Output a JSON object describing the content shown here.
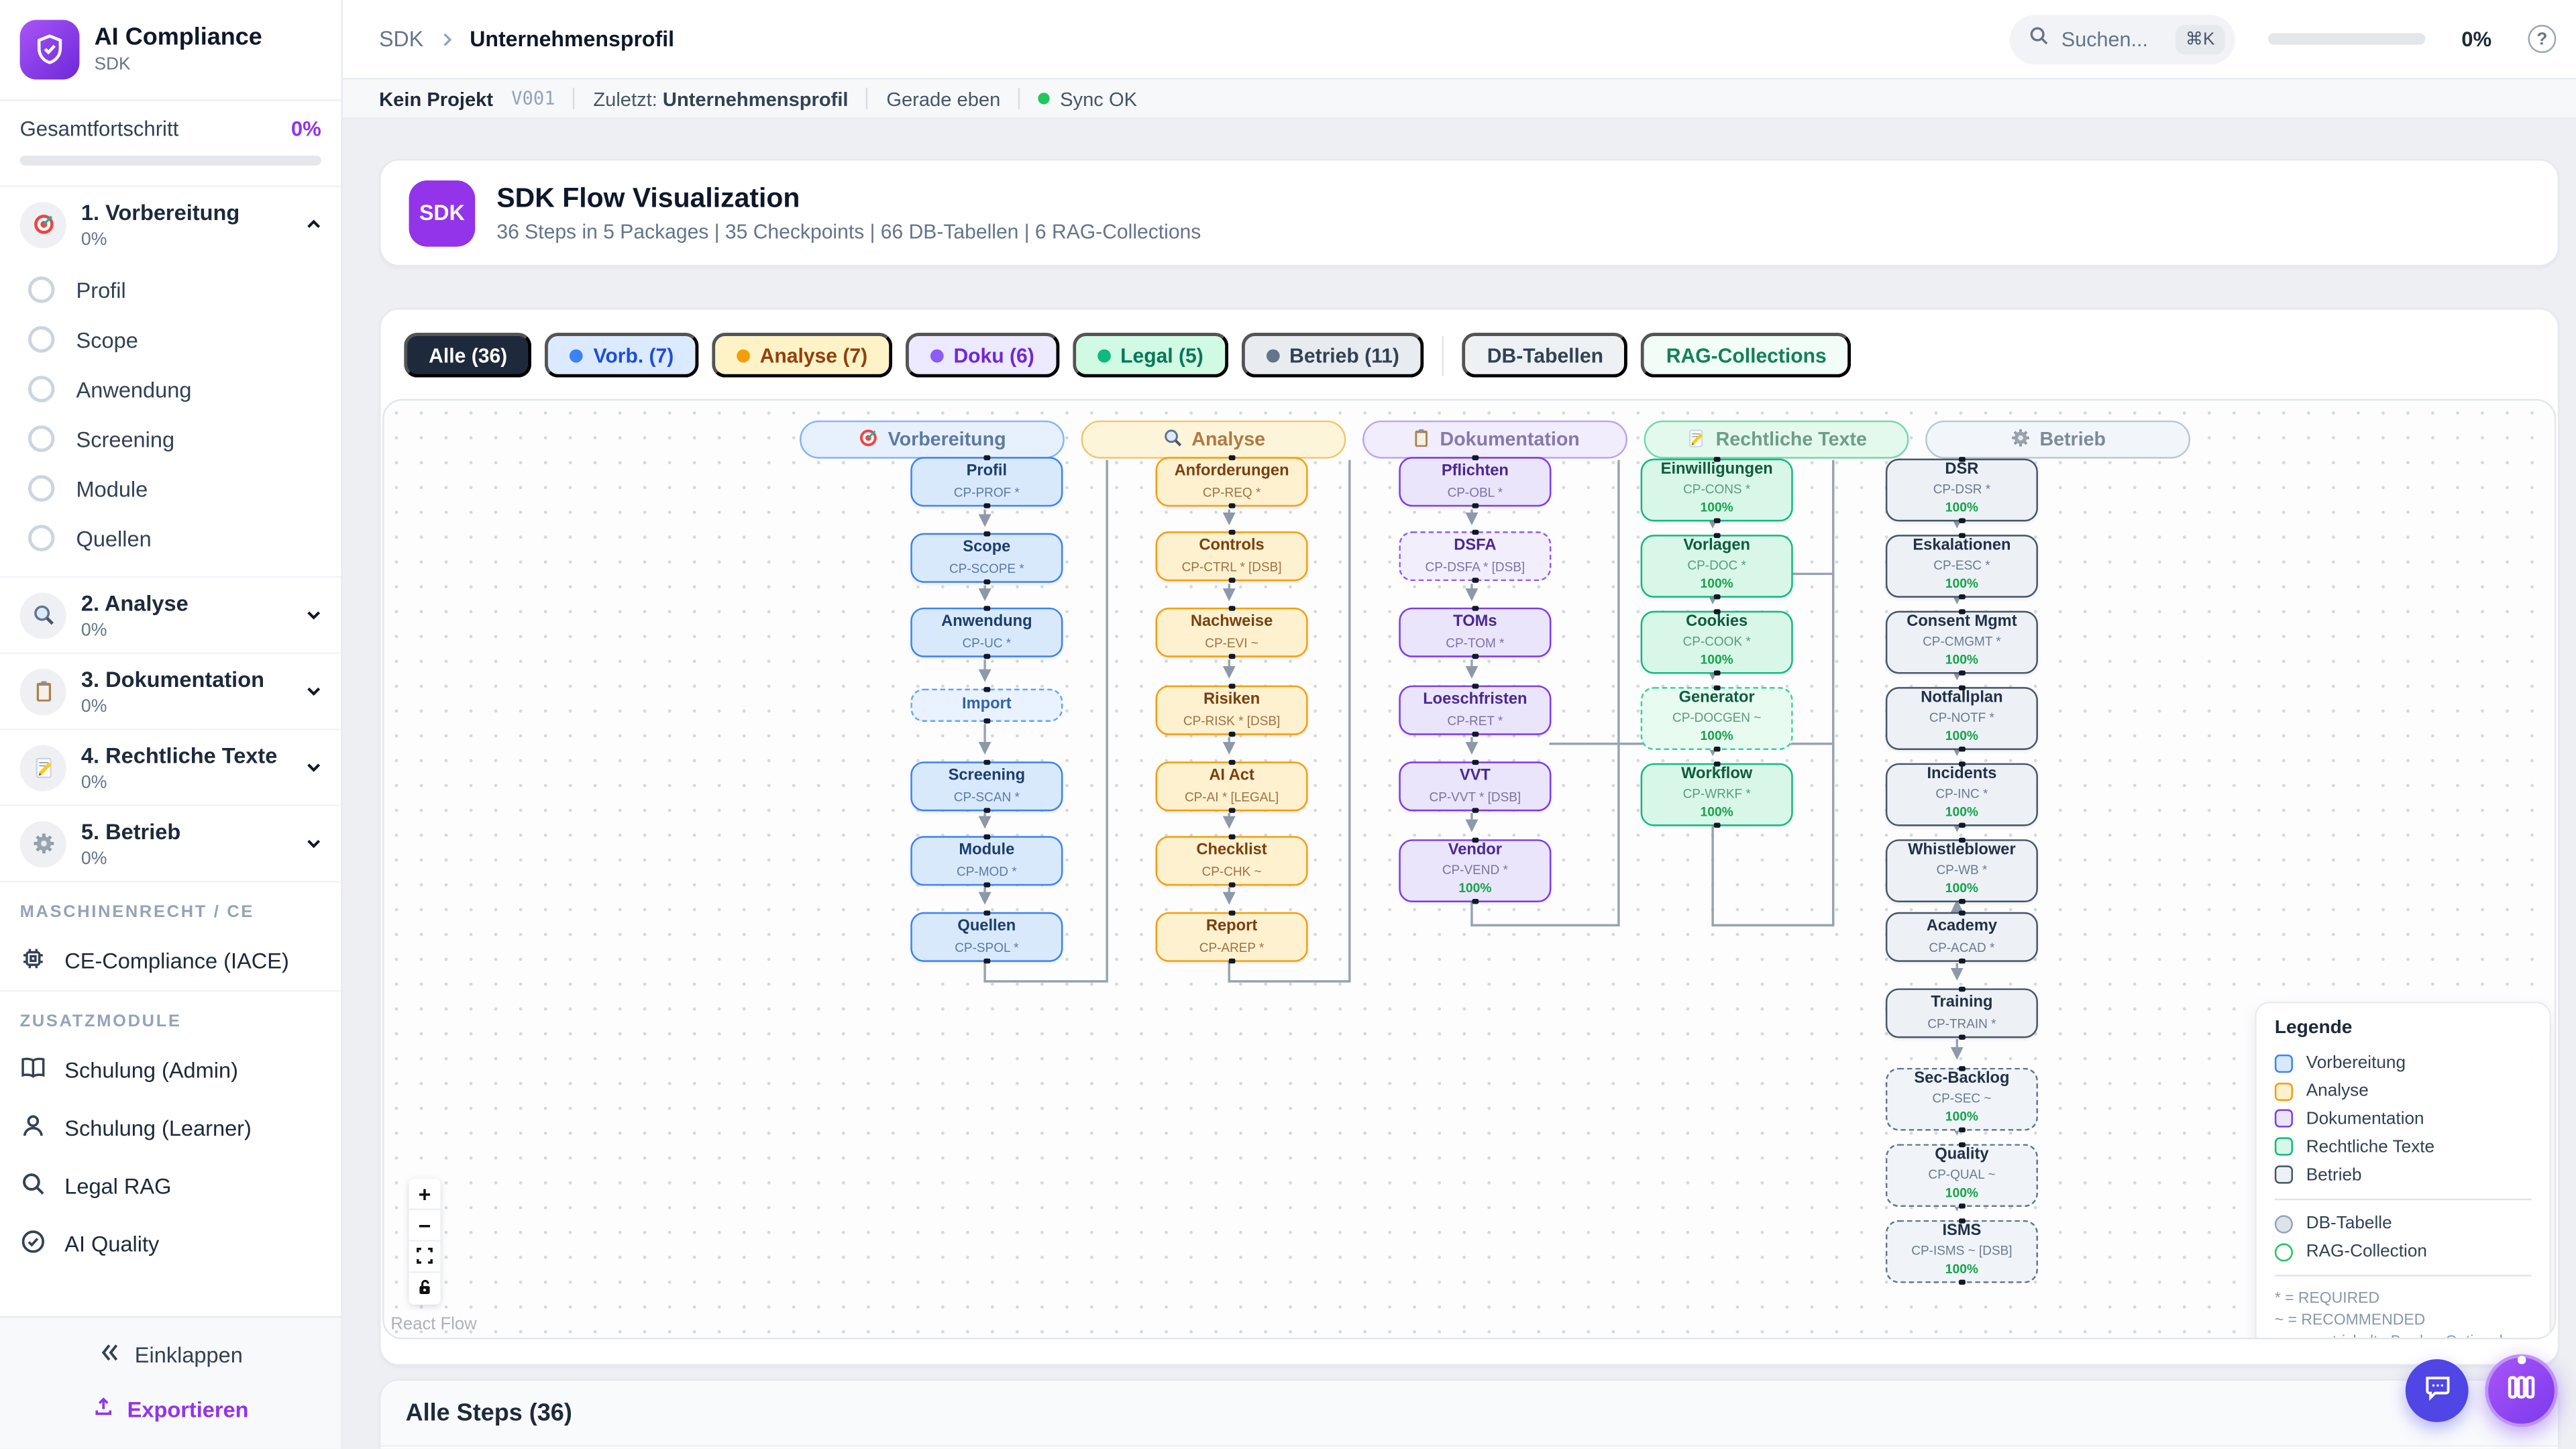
{
  "app": {
    "name": "AI Compliance",
    "subtitle": "SDK"
  },
  "sidebar": {
    "overall": {
      "label": "Gesamtfortschritt",
      "value": "0%",
      "progress_pct": 0
    },
    "sections": [
      {
        "icon": "target",
        "label": "1. Vorbereitung",
        "pct": "0%",
        "expanded": true,
        "items": [
          "Profil",
          "Scope",
          "Anwendung",
          "Screening",
          "Module",
          "Quellen"
        ]
      },
      {
        "icon": "magnifier",
        "label": "2. Analyse",
        "pct": "0%",
        "expanded": false
      },
      {
        "icon": "clipboard",
        "label": "3. Dokumentation",
        "pct": "0%",
        "expanded": false
      },
      {
        "icon": "memo",
        "label": "4. Rechtliche Texte",
        "pct": "0%",
        "expanded": false
      },
      {
        "icon": "gear",
        "label": "5. Betrieb",
        "pct": "0%",
        "expanded": false
      }
    ],
    "groups": [
      {
        "heading": "MASCHINENRECHT / CE",
        "items": [
          {
            "icon": "chip",
            "label": "CE-Compliance (IACE)"
          }
        ]
      },
      {
        "heading": "ZUSATZMODULE",
        "items": [
          {
            "icon": "book",
            "label": "Schulung (Admin)"
          },
          {
            "icon": "person",
            "label": "Schulung (Learner)"
          },
          {
            "icon": "search",
            "label": "Legal RAG"
          },
          {
            "icon": "check-circle",
            "label": "AI Quality"
          }
        ]
      }
    ],
    "footer": {
      "collapse": "Einklappen",
      "export": "Exportieren"
    }
  },
  "header": {
    "breadcrumb_root": "SDK",
    "breadcrumb_current": "Unternehmensprofil",
    "search_placeholder": "Suchen...",
    "search_kbd": "⌘K",
    "progress": "0%",
    "help_glyph": "?"
  },
  "statusbar": {
    "project": "Kein Projekt",
    "version": "V001",
    "last_label": "Zuletzt:",
    "last_value": "Unternehmensprofil",
    "time": "Gerade eben",
    "sync": "Sync OK"
  },
  "overview_card": {
    "badge": "SDK",
    "title": "SDK Flow Visualization",
    "subtitle": "36 Steps in 5 Packages | 35 Checkpoints | 66 DB-Tabellen | 6 RAG-Collections"
  },
  "filters": [
    {
      "label": "Alle (36)",
      "style": "all"
    },
    {
      "label": "Vorb. (7)",
      "style": "blue",
      "dot": true
    },
    {
      "label": "Analyse (7)",
      "style": "amber",
      "dot": true
    },
    {
      "label": "Doku (6)",
      "style": "purple",
      "dot": true
    },
    {
      "label": "Legal (5)",
      "style": "green",
      "dot": true
    },
    {
      "label": "Betrieb (11)",
      "style": "slate",
      "dot": true
    },
    {
      "divider": true
    },
    {
      "label": "DB-Tabellen",
      "style": "plain"
    },
    {
      "label": "RAG-Collections",
      "style": "rag"
    }
  ],
  "flow": {
    "columns": [
      {
        "id": "vorbereitung",
        "icon": "target",
        "title": "Vorbereitung",
        "color": "blue",
        "nodes": [
          {
            "t": "Profil",
            "c": "CP-PROF *"
          },
          {
            "t": "Scope",
            "c": "CP-SCOPE *"
          },
          {
            "t": "Anwendung",
            "c": "CP-UC *"
          },
          {
            "t": "Import",
            "dashed": true
          },
          {
            "t": "Screening",
            "c": "CP-SCAN *"
          },
          {
            "t": "Module",
            "c": "CP-MOD *"
          },
          {
            "t": "Quellen",
            "c": "CP-SPOL *"
          }
        ]
      },
      {
        "id": "analyse",
        "icon": "magnifier",
        "title": "Analyse",
        "color": "amber",
        "nodes": [
          {
            "t": "Anforderungen",
            "c": "CP-REQ *"
          },
          {
            "t": "Controls",
            "c": "CP-CTRL * [DSB]"
          },
          {
            "t": "Nachweise",
            "c": "CP-EVI ~"
          },
          {
            "t": "Risiken",
            "c": "CP-RISK * [DSB]"
          },
          {
            "t": "AI Act",
            "c": "CP-AI * [LEGAL]"
          },
          {
            "t": "Checklist",
            "c": "CP-CHK ~"
          },
          {
            "t": "Report",
            "c": "CP-AREP *"
          }
        ]
      },
      {
        "id": "dokumentation",
        "icon": "clipboard",
        "title": "Dokumentation",
        "color": "purple",
        "nodes": [
          {
            "t": "Pflichten",
            "c": "CP-OBL *"
          },
          {
            "t": "DSFA",
            "c": "CP-DSFA * [DSB]",
            "dashed": true
          },
          {
            "t": "TOMs",
            "c": "CP-TOM *"
          },
          {
            "t": "Loeschfristen",
            "c": "CP-RET *"
          },
          {
            "t": "VVT",
            "c": "CP-VVT * [DSB]"
          },
          {
            "t": "Vendor",
            "c": "CP-VEND *",
            "pct": "100%"
          }
        ]
      },
      {
        "id": "rechtliche-texte",
        "icon": "memo",
        "title": "Rechtliche Texte",
        "color": "green",
        "nodes": [
          {
            "t": "Einwilligungen",
            "c": "CP-CONS *",
            "pct": "100%"
          },
          {
            "t": "Vorlagen",
            "c": "CP-DOC *",
            "pct": "100%"
          },
          {
            "t": "Cookies",
            "c": "CP-COOK *",
            "pct": "100%"
          },
          {
            "t": "Generator",
            "c": "CP-DOCGEN ~",
            "pct": "100%",
            "dashed": true
          },
          {
            "t": "Workflow",
            "c": "CP-WRKF *",
            "pct": "100%"
          }
        ]
      },
      {
        "id": "betrieb",
        "icon": "gear",
        "title": "Betrieb",
        "color": "slate",
        "nodes": [
          {
            "t": "DSR",
            "c": "CP-DSR *",
            "pct": "100%"
          },
          {
            "t": "Eskalationen",
            "c": "CP-ESC *",
            "pct": "100%"
          },
          {
            "t": "Consent Mgmt",
            "c": "CP-CMGMT *",
            "pct": "100%"
          },
          {
            "t": "Notfallplan",
            "c": "CP-NOTF *",
            "pct": "100%"
          },
          {
            "t": "Incidents",
            "c": "CP-INC *",
            "pct": "100%"
          },
          {
            "t": "Whistleblower",
            "c": "CP-WB *",
            "pct": "100%"
          },
          {
            "t": "Academy",
            "c": "CP-ACAD *"
          },
          {
            "t": "Training",
            "c": "CP-TRAIN *"
          },
          {
            "t": "Sec-Backlog",
            "c": "CP-SEC ~",
            "pct": "100%",
            "dashed": true
          },
          {
            "t": "Quality",
            "c": "CP-QUAL ~",
            "pct": "100%",
            "dashed": true
          },
          {
            "t": "ISMS",
            "c": "CP-ISMS ~ [DSB]",
            "pct": "100%",
            "dashed": true
          }
        ]
      }
    ],
    "legend": {
      "title": "Legende",
      "items": [
        {
          "label": "Vorbereitung",
          "color": "blue"
        },
        {
          "label": "Analyse",
          "color": "amber"
        },
        {
          "label": "Dokumentation",
          "color": "purple"
        },
        {
          "label": "Rechtliche Texte",
          "color": "green"
        },
        {
          "label": "Betrieb",
          "color": "slate"
        }
      ],
      "shapes": [
        {
          "label": "DB-Tabelle",
          "type": "circle-gray"
        },
        {
          "label": "RAG-Collection",
          "type": "circle-green"
        }
      ],
      "notes": [
        "* = REQUIRED",
        "~ = RECOMMENDED",
        "--- = gestrichelte Border: Optional"
      ]
    },
    "controls": [
      "zoom-in",
      "zoom-out",
      "fit-view",
      "lock"
    ],
    "attribution": "React Flow"
  },
  "steps_card": {
    "title": "Alle Steps (36)"
  },
  "colors": {
    "accent": "#9333ea",
    "sync_ok": "#22c55e",
    "progress_green": "#22c55e",
    "chip_all_bg": "#1e293b",
    "fab_chat": "#4f46e5",
    "fab_main": "#8b5cf6"
  }
}
